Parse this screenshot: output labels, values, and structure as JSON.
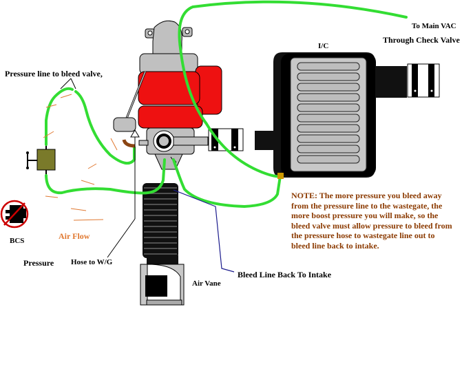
{
  "labels": {
    "main_vac": "To Main VAC",
    "check_valve": "Through Check Valve",
    "intercooler": "I/C",
    "pressure_line": "Pressure line to bleed valve,",
    "bcs": "BCS",
    "air_flow": "Air Flow",
    "pressure": "Pressure",
    "hose_wg": "Hose to W/G",
    "bleed_line": "Bleed Line Back To Intake",
    "air_vane": "Air Vane"
  },
  "note_lines": [
    "NOTE: The more pressure you bleed away",
    "from the pressure line to the wastegate, the",
    "more boost pressure you will make, so the",
    "bleed valve must allow pressure to bleed from",
    "the pressure hose to wastegate line out to",
    "bleed line back to intake."
  ],
  "colors": {
    "hose": "#33dd33",
    "turbo_red": "#ee1111",
    "grey": "#c0c0c0",
    "note_text": "#8b3a00",
    "air_flow_text": "#e07830",
    "bleed_wire": "#1a1a8c"
  }
}
